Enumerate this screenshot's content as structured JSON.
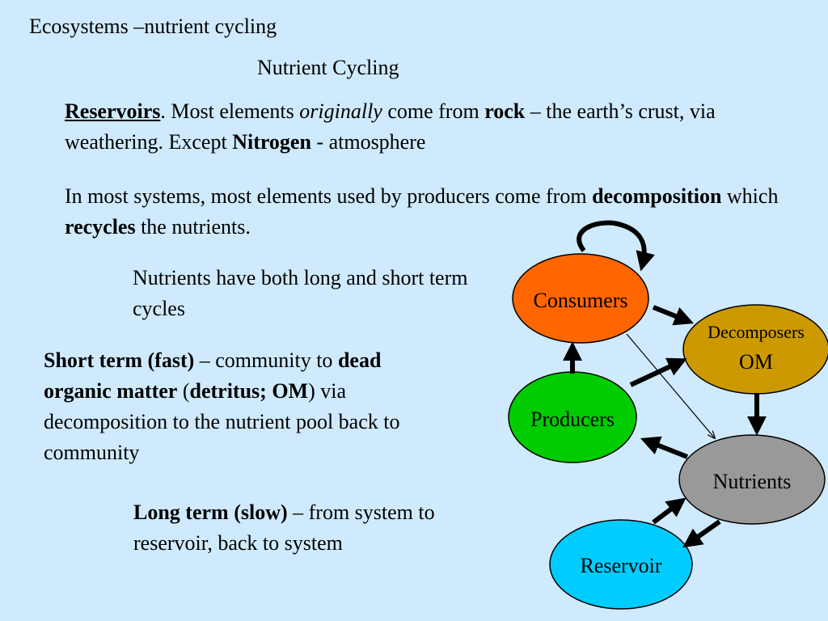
{
  "slide": {
    "title": "Ecosystems –nutrient cycling",
    "subtitle": "Nutrient Cycling"
  },
  "para_reservoirs": {
    "term": "Reservoirs",
    "t1": ". Most elements ",
    "originally": "originally",
    "t2": " come from ",
    "rock": "rock",
    "t3": " – the earth’s crust, via weathering.  Except ",
    "nitrogen": "Nitrogen",
    "t4": " - atmosphere"
  },
  "para_decomposition": {
    "t1": "In most systems, most elements used by producers come from ",
    "decomposition": "decomposition",
    "t2": " which ",
    "recycles": "recycles",
    "t3": " the nutrients."
  },
  "para_cycles": {
    "text": "Nutrients have both long and short term cycles"
  },
  "para_short": {
    "term": "Short term (fast)",
    "t1": " – community to ",
    "dom": "dead organic matter",
    "t2": " (",
    "detritus": "detritus; OM",
    "t3": ") via decomposition to the nutrient pool back to community"
  },
  "para_long": {
    "term": "Long term (slow)",
    "t1": " – from system to reservoir, back to system"
  },
  "diagram": {
    "consumers": "Consumers",
    "decomposers": "Decomposers",
    "om": "OM",
    "producers": "Producers",
    "nutrients": "Nutrients",
    "reservoir": "Reservoir",
    "colors": {
      "consumers": "#ff6600",
      "decomposers": "#cc9900",
      "producers": "#00cc00",
      "nutrients": "#999999",
      "reservoir": "#00ccff"
    }
  }
}
